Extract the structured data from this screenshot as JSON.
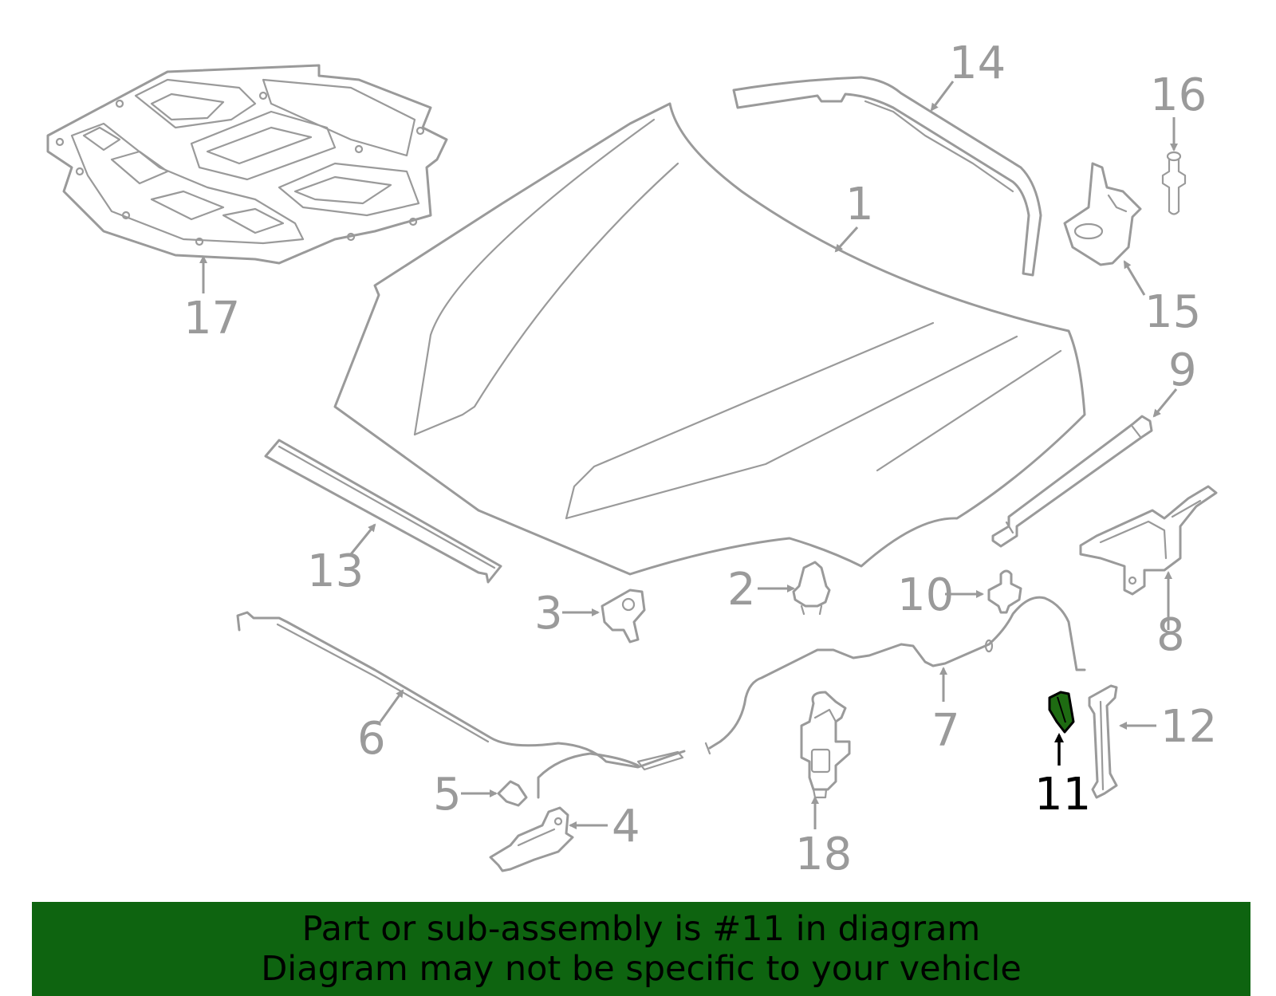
{
  "diagram": {
    "highlight_color": "#1e6b12",
    "line_color": "#9a9a9a",
    "callouts": [
      {
        "id": "1",
        "label": "1"
      },
      {
        "id": "2",
        "label": "2"
      },
      {
        "id": "3",
        "label": "3"
      },
      {
        "id": "4",
        "label": "4"
      },
      {
        "id": "5",
        "label": "5"
      },
      {
        "id": "6",
        "label": "6"
      },
      {
        "id": "7",
        "label": "7"
      },
      {
        "id": "8",
        "label": "8"
      },
      {
        "id": "9",
        "label": "9"
      },
      {
        "id": "10",
        "label": "10"
      },
      {
        "id": "11",
        "label": "11",
        "highlighted": true
      },
      {
        "id": "12",
        "label": "12"
      },
      {
        "id": "13",
        "label": "13"
      },
      {
        "id": "14",
        "label": "14"
      },
      {
        "id": "15",
        "label": "15"
      },
      {
        "id": "16",
        "label": "16"
      },
      {
        "id": "17",
        "label": "17"
      },
      {
        "id": "18",
        "label": "18"
      }
    ]
  },
  "banner": {
    "background": "#0e6410",
    "line1": "Part or sub-assembly is #11 in diagram",
    "line2": "Diagram may not be specific to your vehicle"
  }
}
